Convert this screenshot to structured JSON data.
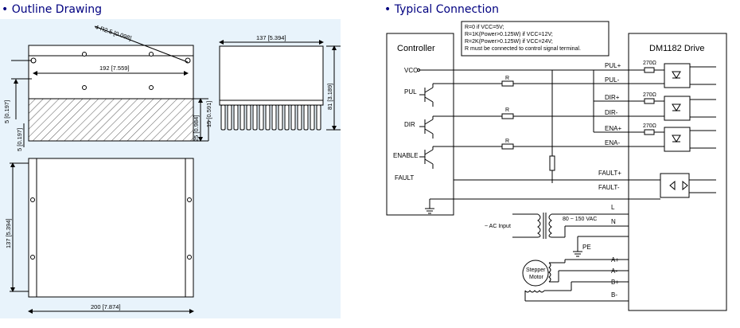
{
  "sections": {
    "left_title": "• Outline Drawing",
    "right_title": "• Typical Connection"
  },
  "outline": {
    "dims": {
      "hole": "4-R2.5 [0.098]",
      "width_inner": "192 [7.559]",
      "side_width": "137 [5.394]",
      "side_height": "81 [3.189]",
      "d1": "5 [0.197]",
      "d2": "5 [0.197]",
      "d3": "25 [0.984]",
      "d4": "15 [0.591]",
      "bottom_height": "137 [5.394]",
      "bottom_width": "200 [7.874]"
    }
  },
  "connection": {
    "note_lines": [
      "R=0 if VCC=5V;",
      "R=1K(Power>0.125W) if VCC=12V;",
      "R=2K(Power>0.125W) if VCC=24V;",
      "R must be connected to control signal terminal."
    ],
    "controller_label": "Controller",
    "drive_label": "DM1182 Drive",
    "ctrl_pins": [
      "VCC",
      "PUL",
      "DIR",
      "ENABLE",
      "FAULT"
    ],
    "drive_pins": [
      "PUL+",
      "PUL-",
      "DIR+",
      "DIR-",
      "ENA+",
      "ENA-",
      "FAULT+",
      "FAULT-",
      "L",
      "N",
      "PE",
      "A+",
      "A-",
      "B+",
      "B-"
    ],
    "resistor_label": "R",
    "res_270": "270Ω",
    "ac_input": "~ AC Input",
    "vac": "80 ~ 150 VAC",
    "pe": "PE",
    "motor_line1": "Stepper",
    "motor_line2": "Motor"
  }
}
